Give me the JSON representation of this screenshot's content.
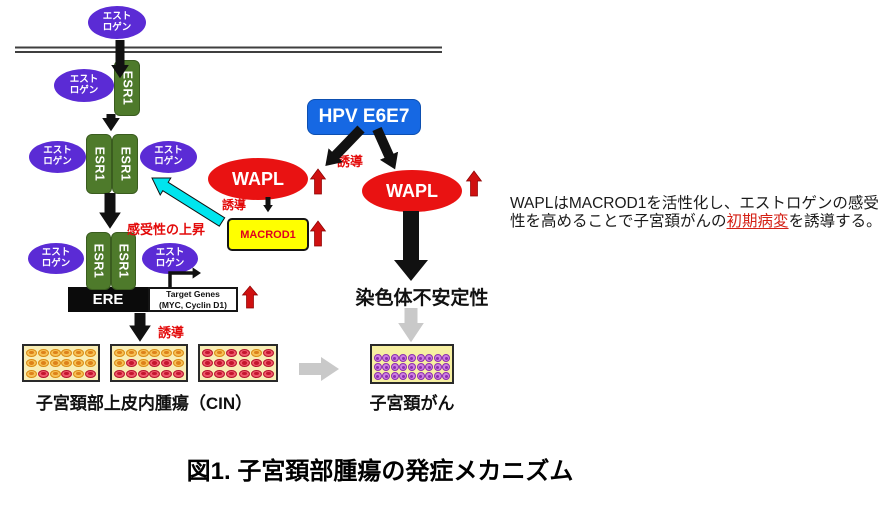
{
  "diagram": {
    "estrogen": {
      "line1": "エスト",
      "line2": "ロゲン"
    },
    "receptor": "ESR1",
    "hpv": "HPV E6E7",
    "wapl": "WAPL",
    "macrod1": "MACROD1",
    "ere": "ERE",
    "target_genes": {
      "line1": "Target Genes",
      "line2": "(MYC, Cyclin D1)"
    },
    "induction": "誘導",
    "sensitivity_up": "感受性の上昇",
    "chromosomal_instability": "染色体不安定性",
    "cin_label": "子宮頚部上皮内腫瘍（CIN）",
    "cancer_label": "子宮頚がん"
  },
  "side_note": {
    "before": "WAPLはMACROD1を活性化し、エストロゲンの感受性を高めることで子宮頚がんの",
    "highlight": "初期病変",
    "after": "を誘導する。"
  },
  "caption": "図1. 子宮頚部腫瘍の発症メカニズム",
  "cells": {
    "cin_boxes": [
      {
        "rows": [
          [
            "o",
            "o",
            "o",
            "o",
            "o",
            "o"
          ],
          [
            "o",
            "o",
            "o",
            "o",
            "o",
            "o"
          ],
          [
            "o",
            "r",
            "o",
            "r",
            "o",
            "r"
          ]
        ]
      },
      {
        "rows": [
          [
            "o",
            "o",
            "o",
            "o",
            "o",
            "o"
          ],
          [
            "o",
            "r",
            "o",
            "r",
            "r",
            "o"
          ],
          [
            "r",
            "r",
            "r",
            "r",
            "r",
            "r"
          ]
        ]
      },
      {
        "rows": [
          [
            "r",
            "o",
            "r",
            "r",
            "o",
            "r"
          ],
          [
            "r",
            "r",
            "r",
            "r",
            "r",
            "r"
          ],
          [
            "r",
            "r",
            "r",
            "r",
            "r",
            "r"
          ]
        ]
      }
    ],
    "cancer": {
      "rows": 3,
      "cols": 9
    }
  },
  "colors": {
    "estrogen_purple": "#5b2bd5",
    "receptor_green": "#4e7a2b",
    "hpv_blue": "#1668e3",
    "wapl_red": "#e91212",
    "macrod1_yellow": "#ffff00",
    "up_arrow_red": "#cf1111",
    "label_red": "#e30b0b",
    "gray_arrow": "#c9c9c9",
    "cyan_arrow": "#00e5ee"
  }
}
